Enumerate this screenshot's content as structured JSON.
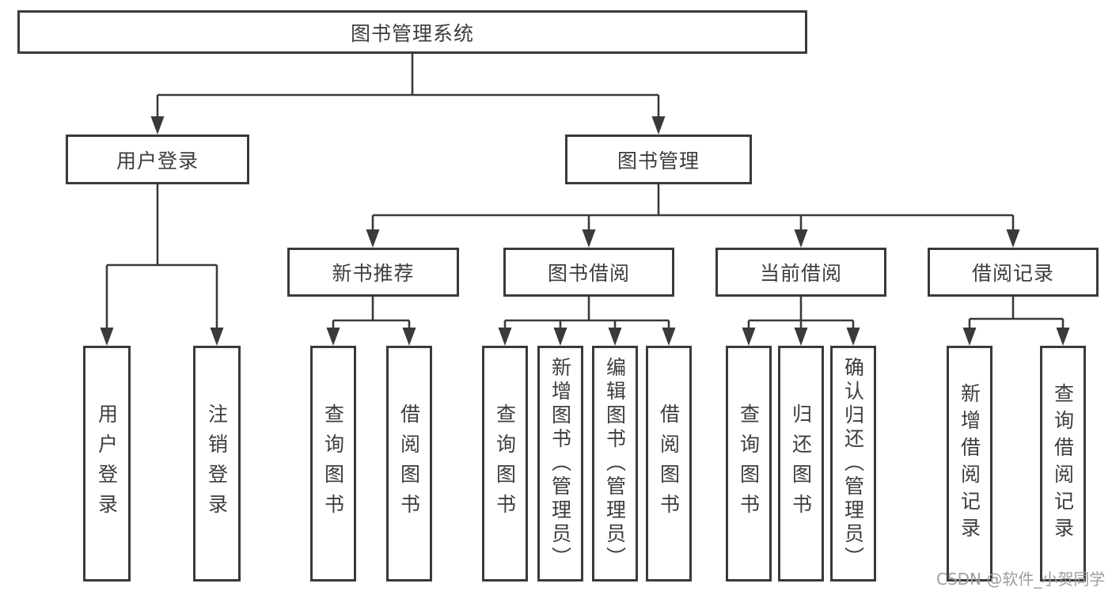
{
  "nodes": {
    "root": "图书管理系统",
    "branches": [
      "用户登录",
      "图书管理"
    ],
    "sections": [
      "新书推荐",
      "图书借阅",
      "当前借阅",
      "借阅记录"
    ],
    "leaves": [
      "用户登录",
      "注销登录",
      "查询图书",
      "借阅图书",
      "查询图书",
      "新增图书（管理员）",
      "编辑图书（管理员）",
      "借阅图书",
      "查询图书",
      "归还图书",
      "确认归还（管理员）",
      "新增借阅记录",
      "查询借阅记录"
    ]
  },
  "watermark": "CSDN @软件_小贺同学",
  "colors": {
    "line": "#3a3a3a",
    "text": "#3d3d3d",
    "watermark": "#9e9e9e",
    "background": "#ffffff"
  }
}
